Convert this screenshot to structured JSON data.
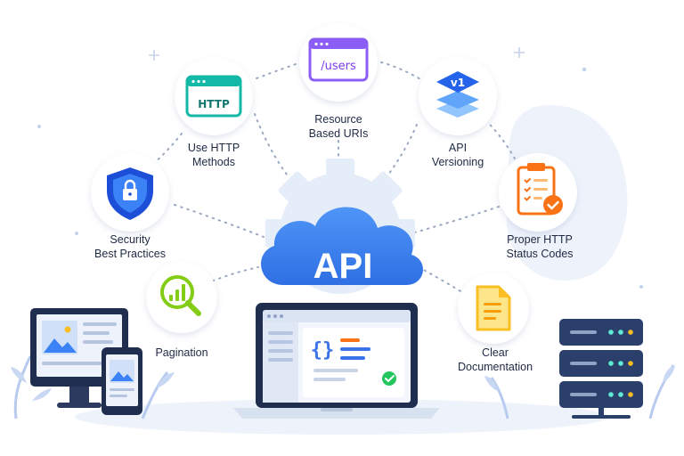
{
  "center": {
    "label": "API"
  },
  "nodes": [
    {
      "id": "resource-uris",
      "lines": [
        "Resource",
        "Based URIs"
      ],
      "icon": "browser-users-icon",
      "icon_text": "/users",
      "color": "#8b5cf6"
    },
    {
      "id": "http-methods",
      "lines": [
        "Use HTTP",
        "Methods"
      ],
      "icon": "browser-http-icon",
      "icon_text": "HTTP",
      "color": "#14b8a6"
    },
    {
      "id": "api-versioning",
      "lines": [
        "API",
        "Versioning"
      ],
      "icon": "layers-v1-icon",
      "icon_text": "v1",
      "color": "#2563eb"
    },
    {
      "id": "security",
      "lines": [
        "Security",
        "Best Practices"
      ],
      "icon": "shield-lock-icon",
      "color": "#1d4ed8"
    },
    {
      "id": "status-codes",
      "lines": [
        "Proper HTTP",
        "Status Codes"
      ],
      "icon": "clipboard-check-icon",
      "color": "#f97316"
    },
    {
      "id": "pagination",
      "lines": [
        "Pagination"
      ],
      "icon": "magnifier-chart-icon",
      "color": "#84cc16"
    },
    {
      "id": "documentation",
      "lines": [
        "Clear",
        "Documentation"
      ],
      "icon": "document-icon",
      "color": "#fbbf24"
    }
  ],
  "colors": {
    "cloud": "#3b82f6",
    "gear": "#e5edf9",
    "text": "#1e2a44",
    "dots": "#9aa8c0"
  }
}
